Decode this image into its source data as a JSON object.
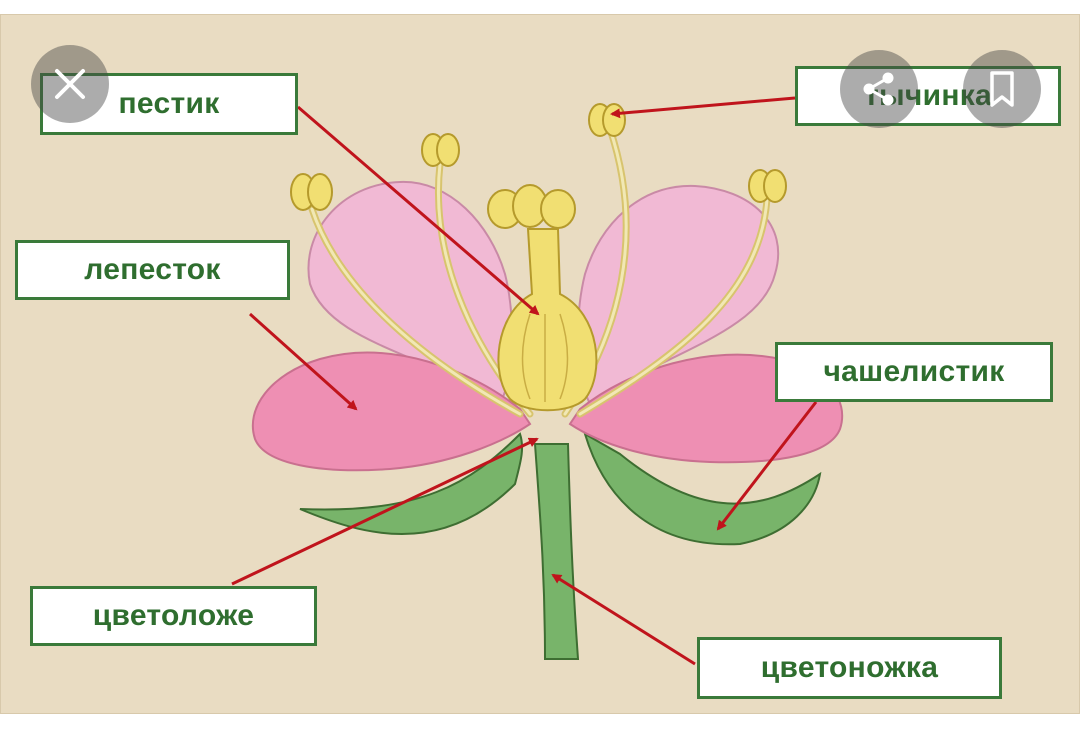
{
  "diagram": {
    "labels": {
      "pestik": "пестик",
      "tychinka": "тычинка",
      "lepestok": "лепесток",
      "chashelistik": "чашелистик",
      "tsvetolozhe": "цветоложе",
      "tsvetonozhka": "цветоножка"
    },
    "colors": {
      "background": "#e9dcc2",
      "label_text": "#2f6e2f",
      "label_border": "#3a7a3a",
      "arrow": "#c0141c",
      "petal_back": "#f1b9d4",
      "petal_front": "#ee8fb3",
      "pistil": "#f1df72",
      "stem": "#78b46a"
    }
  },
  "viewer_controls": {
    "close_icon": "close-icon",
    "share_icon": "share-icon",
    "bookmark_icon": "bookmark-icon"
  }
}
